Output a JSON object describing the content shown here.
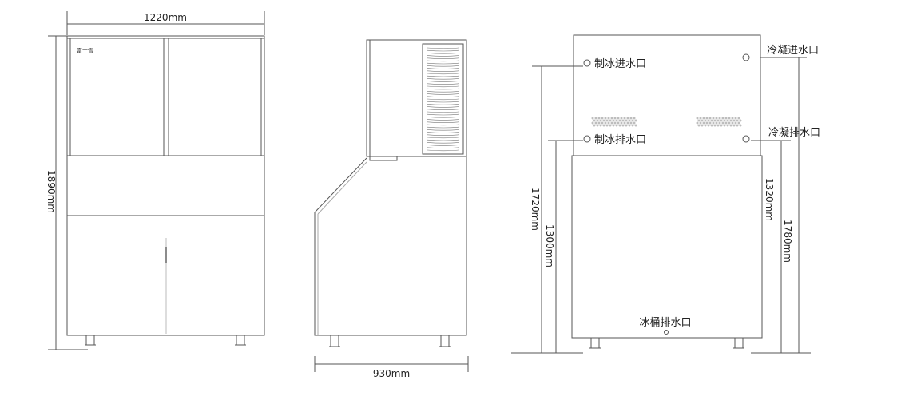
{
  "front_view": {
    "logo": "富士雪",
    "width_label": "1220mm",
    "height_label": "1890mm"
  },
  "side_view": {
    "depth_label": "930mm"
  },
  "back_view": {
    "labels": {
      "ice_water_inlet": "制冰进水口",
      "condenser_water_inlet": "冷凝进水口",
      "ice_water_drain": "制冰排水口",
      "condenser_water_drain": "冷凝排水口",
      "bin_drain": "冰桶排水口"
    },
    "dims": {
      "ice_inlet_height": "1720mm",
      "ice_drain_height": "1300mm",
      "condenser_drain_height": "1320mm",
      "condenser_inlet_height": "1780mm"
    }
  },
  "colors": {
    "line": "#555555",
    "text": "#222222"
  }
}
